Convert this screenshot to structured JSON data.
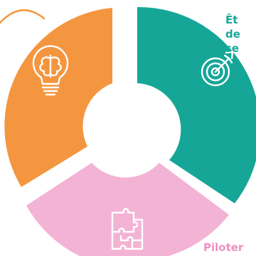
{
  "colors": {
    "teal": "#15a697",
    "orange": "#f4963f",
    "pink": "#f3b3d4",
    "text_teal": "#15a697",
    "text_pink": "#ef8fc3",
    "icon_stroke": "#ffffff"
  },
  "segments": [
    {
      "id": "idea",
      "icon": "lightbulb-brain-icon",
      "color": "#f4963f"
    },
    {
      "id": "goal",
      "icon": "target-arrow-icon",
      "color": "#15a697"
    },
    {
      "id": "collaborate",
      "icon": "puzzle-pieces-icon",
      "color": "#f3b3d4"
    }
  ],
  "callouts": {
    "top_lines": [
      "Êt",
      "de",
      "se"
    ],
    "bottom": "Piloter"
  }
}
